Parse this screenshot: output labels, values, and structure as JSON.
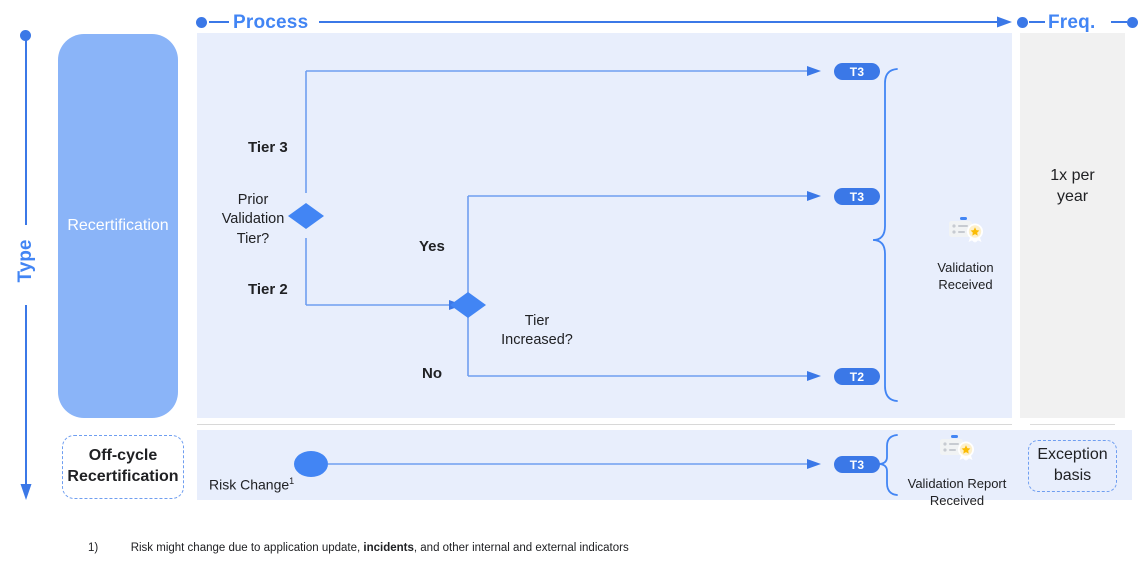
{
  "axes": {
    "top": [
      {
        "label": "Process",
        "name": "process"
      },
      {
        "label": "Freq.",
        "name": "freq"
      }
    ],
    "left": {
      "label": "Type"
    }
  },
  "types": {
    "recertification": "Recertification",
    "off_cycle": "Off-cycle\nRecertification"
  },
  "flow": {
    "decision_1": {
      "question": "Prior\nValidation\nTier?",
      "branch_up": "Tier 3",
      "branch_down": "Tier 2"
    },
    "decision_2": {
      "question": "Tier\nIncreased?",
      "branch_up": "Yes",
      "branch_down": "No"
    },
    "outcomes": [
      {
        "tier": "T3",
        "name": "tier3-top"
      },
      {
        "tier": "T3",
        "name": "tier3-yes"
      },
      {
        "tier": "T2",
        "name": "tier2-no"
      }
    ],
    "result_label": "Validation\nReceived",
    "offcycle": {
      "start_label": "Risk Change",
      "start_sup": "1",
      "tier": "T3",
      "result_label": "Validation Report\nReceived"
    }
  },
  "frequency": {
    "recertification": "1x per\nyear",
    "off_cycle": "Exception\nbasis"
  },
  "footnote": {
    "number": "1)",
    "text_before": "Risk might change due to application update, ",
    "text_bold": "incidents",
    "text_after": ", and other internal and external indicators"
  },
  "colors": {
    "accent": "#4285f4",
    "accent_dark": "#3b78e7",
    "block_fill": "#8ab4f8",
    "panel_blue": "#e8eefc",
    "panel_grey": "#f1f1f1",
    "text": "#202124",
    "star": "#fbbc04"
  }
}
